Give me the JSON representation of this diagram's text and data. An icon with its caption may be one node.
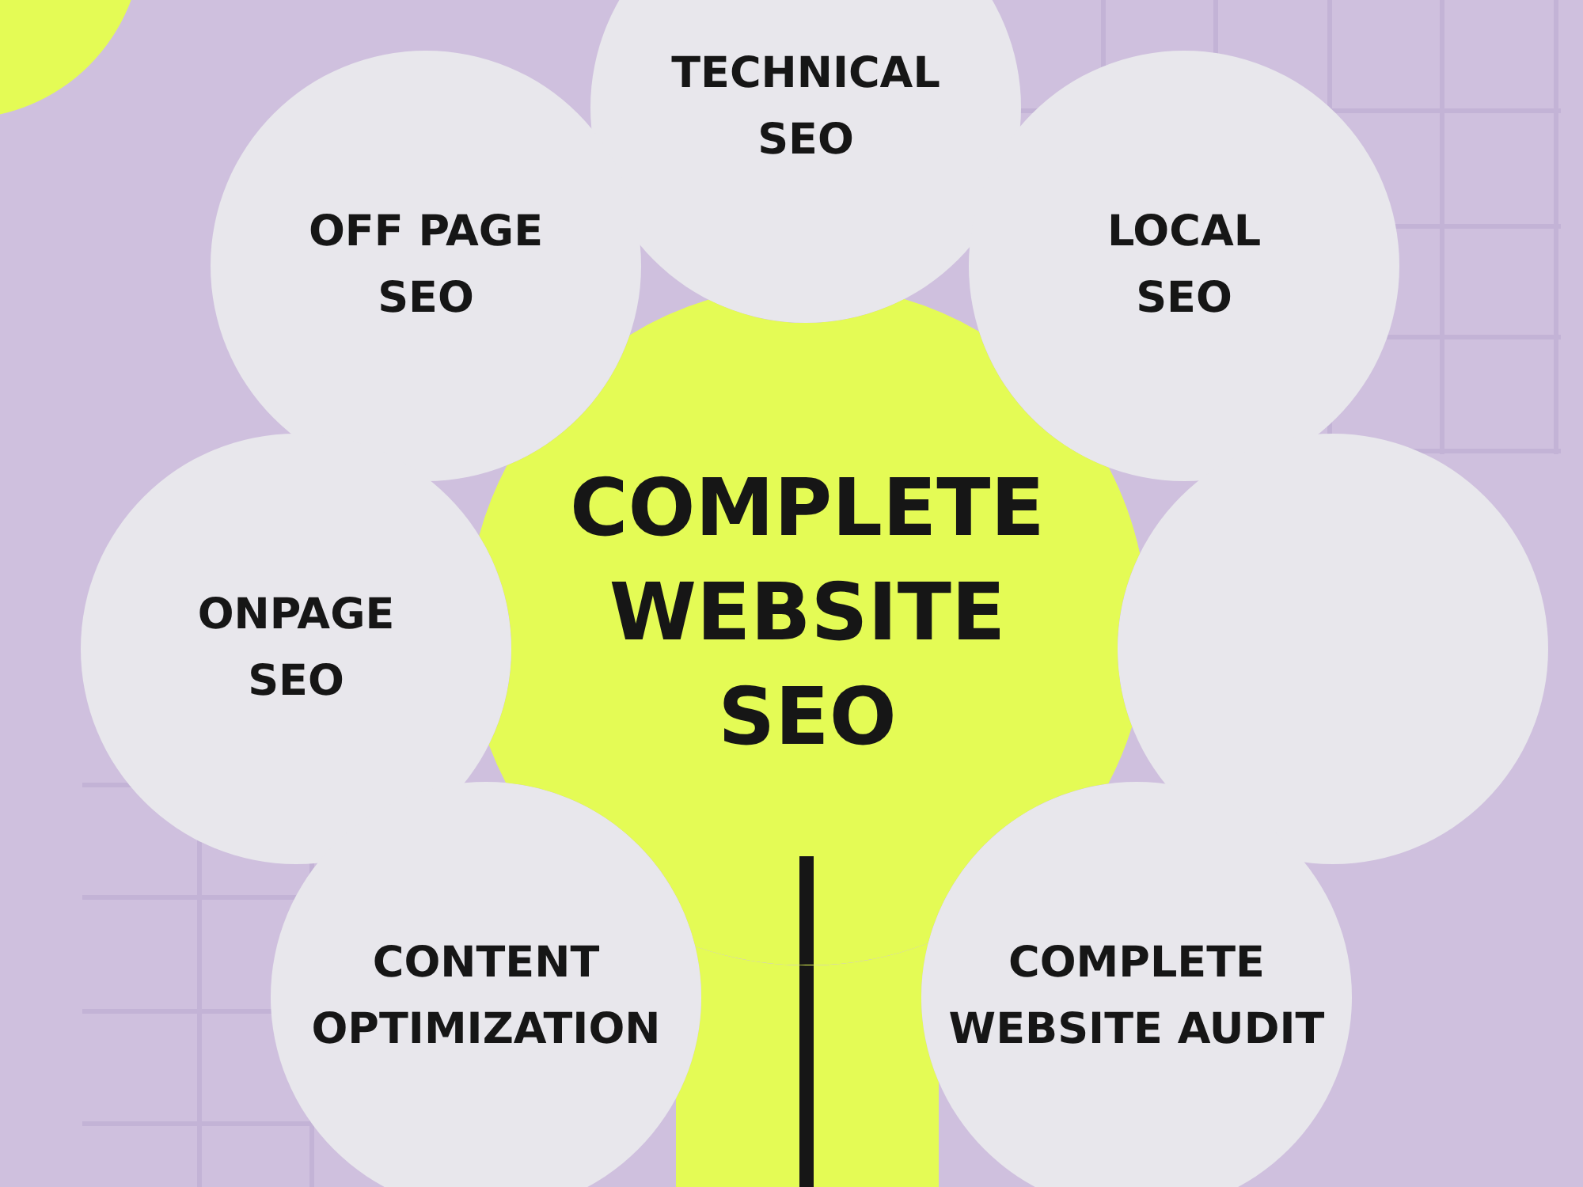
{
  "diagram": {
    "nodes": [
      {
        "text": [
          "COMPLETE WEBSITE SEO"
        ]
      },
      {
        "text": [
          "TECHNICAL SEO"
        ]
      },
      {
        "text": [
          "OFF PAGE SEO"
        ]
      },
      {
        "text": [
          "LOCAL SEO"
        ]
      },
      {
        "text": [
          "ONPAGE SEO"
        ]
      },
      {
        "text": [],
        "shape": "circle"
      },
      {
        "text": [
          "CONTENT OPTIMIZATION"
        ]
      },
      {
        "text": [
          "COMPLETE WEBSITE AUDIT"
        ]
      }
    ]
  }
}
